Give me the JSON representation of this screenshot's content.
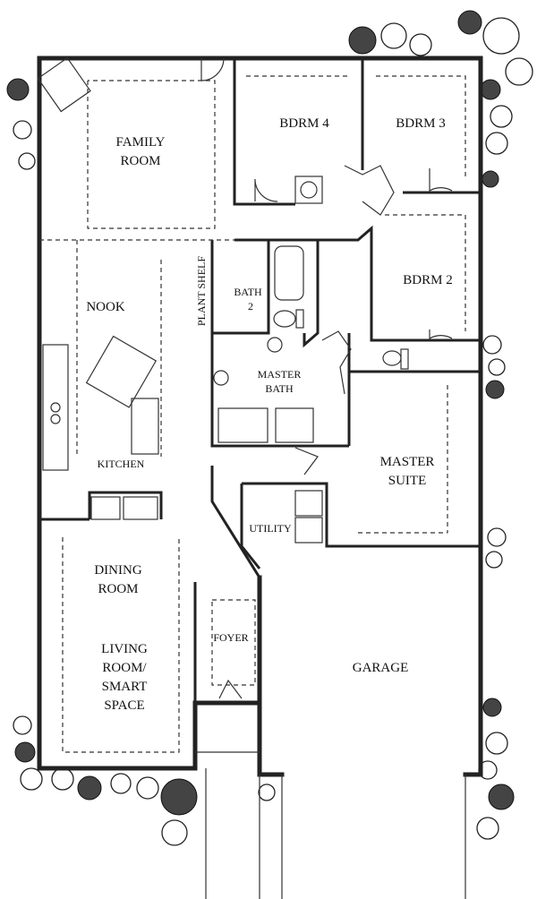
{
  "rooms": {
    "family_room": [
      "FAMILY",
      "ROOM"
    ],
    "bdrm4": "BDRM 4",
    "bdrm3": "BDRM 3",
    "bdrm2": "BDRM 2",
    "plant_shelf": "PLANT SHELF",
    "bath2": [
      "BATH",
      "2"
    ],
    "nook": "NOOK",
    "master_bath": [
      "MASTER",
      "BATH"
    ],
    "kitchen": "KITCHEN",
    "master_suite": [
      "MASTER",
      "SUITE"
    ],
    "utility": "UTILITY",
    "dining_room": [
      "DINING",
      "ROOM"
    ],
    "foyer": "FOYER",
    "living_room": [
      "LIVING",
      "ROOM/",
      "SMART",
      "SPACE"
    ],
    "garage": "GARAGE"
  }
}
